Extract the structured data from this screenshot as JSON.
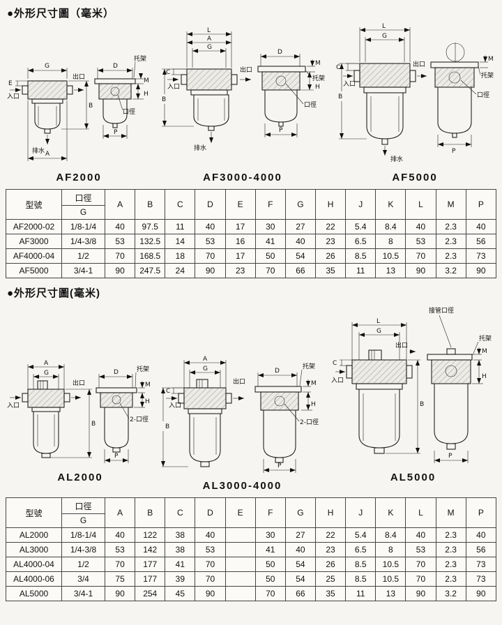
{
  "sections": [
    {
      "title": "●外形尺寸圖（毫米）",
      "figures": [
        {
          "caption": "AF2000"
        },
        {
          "caption": "AF3000-4000"
        },
        {
          "caption": "AF5000"
        }
      ]
    },
    {
      "title": "●外形尺寸圖(毫米)",
      "figures": [
        {
          "caption": "AL2000"
        },
        {
          "caption": "AL3000-4000"
        },
        {
          "caption": "AL5000"
        }
      ]
    }
  ],
  "labels": {
    "inlet": "入口",
    "outlet": "出口",
    "drain": "排水",
    "bracket": "托架",
    "port": "口徑",
    "two_port": "2-口徑",
    "pipe_port": "接管口徑"
  },
  "dims": {
    "A": "A",
    "B": "B",
    "C": "C",
    "D": "D",
    "E": "E",
    "F": "F",
    "G": "G",
    "H": "H",
    "J": "J",
    "K": "K",
    "L": "L",
    "M": "M",
    "P": "P"
  },
  "tables": [
    {
      "header": {
        "model": "型號",
        "port_label": "口徑",
        "port_sub": "G",
        "dims": [
          "A",
          "B",
          "C",
          "D",
          "E",
          "F",
          "G",
          "H",
          "J",
          "K",
          "L",
          "M",
          "P"
        ]
      },
      "rows": [
        {
          "model": "AF2000-02",
          "port": "1/8-1/4",
          "values": [
            "40",
            "97.5",
            "11",
            "40",
            "17",
            "30",
            "27",
            "22",
            "5.4",
            "8.4",
            "40",
            "2.3",
            "40"
          ]
        },
        {
          "model": "AF3000",
          "port": "1/4-3/8",
          "values": [
            "53",
            "132.5",
            "14",
            "53",
            "16",
            "41",
            "40",
            "23",
            "6.5",
            "8",
            "53",
            "2.3",
            "56"
          ]
        },
        {
          "model": "AF4000-04",
          "port": "1/2",
          "values": [
            "70",
            "168.5",
            "18",
            "70",
            "17",
            "50",
            "54",
            "26",
            "8.5",
            "10.5",
            "70",
            "2.3",
            "73"
          ]
        },
        {
          "model": "AF5000",
          "port": "3/4-1",
          "values": [
            "90",
            "247.5",
            "24",
            "90",
            "23",
            "70",
            "66",
            "35",
            "11",
            "13",
            "90",
            "3.2",
            "90"
          ]
        }
      ]
    },
    {
      "header": {
        "model": "型號",
        "port_label": "口徑",
        "port_sub": "G",
        "dims": [
          "A",
          "B",
          "C",
          "D",
          "E",
          "F",
          "G",
          "H",
          "J",
          "K",
          "L",
          "M",
          "P"
        ]
      },
      "rows": [
        {
          "model": "AL2000",
          "port": "1/8-1/4",
          "values": [
            "40",
            "122",
            "38",
            "40",
            "",
            "30",
            "27",
            "22",
            "5.4",
            "8.4",
            "40",
            "2.3",
            "40"
          ]
        },
        {
          "model": "AL3000",
          "port": "1/4-3/8",
          "values": [
            "53",
            "142",
            "38",
            "53",
            "",
            "41",
            "40",
            "23",
            "6.5",
            "8",
            "53",
            "2.3",
            "56"
          ]
        },
        {
          "model": "AL4000-04",
          "port": "1/2",
          "values": [
            "70",
            "177",
            "41",
            "70",
            "",
            "50",
            "54",
            "26",
            "8.5",
            "10.5",
            "70",
            "2.3",
            "73"
          ]
        },
        {
          "model": "AL4000-06",
          "port": "3/4",
          "values": [
            "75",
            "177",
            "39",
            "70",
            "",
            "50",
            "54",
            "25",
            "8.5",
            "10.5",
            "70",
            "2.3",
            "73"
          ]
        },
        {
          "model": "AL5000",
          "port": "3/4-1",
          "values": [
            "90",
            "254",
            "45",
            "90",
            "",
            "70",
            "66",
            "35",
            "11",
            "13",
            "90",
            "3.2",
            "90"
          ]
        }
      ]
    }
  ]
}
